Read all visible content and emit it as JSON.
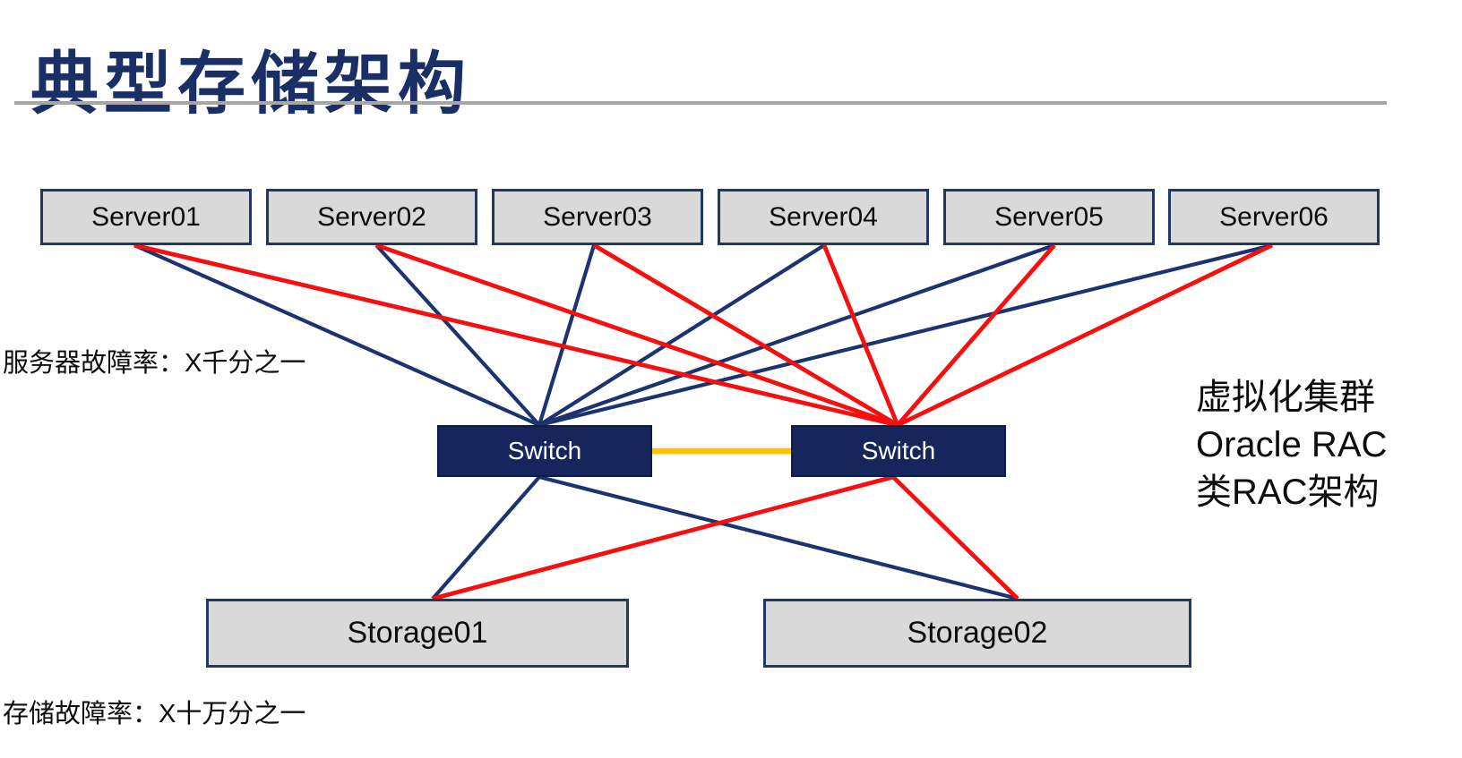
{
  "page": {
    "title": "典型存储架构"
  },
  "notes": {
    "server_failure": "服务器故障率：X千分之一",
    "storage_failure": "存储故障率：X十万分之一",
    "cluster_lines": [
      "虚拟化集群",
      "Oracle RAC",
      "类RAC架构"
    ]
  },
  "diagram": {
    "servers": [
      {
        "id": "server1",
        "label": "Server01"
      },
      {
        "id": "server2",
        "label": "Server02"
      },
      {
        "id": "server3",
        "label": "Server03"
      },
      {
        "id": "server4",
        "label": "Server04"
      },
      {
        "id": "server5",
        "label": "Server05"
      },
      {
        "id": "server6",
        "label": "Server06"
      }
    ],
    "switches": [
      {
        "id": "switch1",
        "label": "Switch"
      },
      {
        "id": "switch2",
        "label": "Switch"
      }
    ],
    "storages": [
      {
        "id": "storage1",
        "label": "Storage01"
      },
      {
        "id": "storage2",
        "label": "Storage02"
      }
    ],
    "colors": {
      "navy": "#1b3470",
      "red": "#f80e0e",
      "yellow": "#ffc000",
      "box_fill": "#d9d9d9",
      "box_border": "#1f3864",
      "switch_fill": "#16265c",
      "title": "#1b2f67"
    },
    "edges": [
      {
        "from": "server1",
        "to": "switch1",
        "color": "navy"
      },
      {
        "from": "server2",
        "to": "switch1",
        "color": "navy"
      },
      {
        "from": "server3",
        "to": "switch1",
        "color": "navy"
      },
      {
        "from": "server4",
        "to": "switch1",
        "color": "navy"
      },
      {
        "from": "server5",
        "to": "switch1",
        "color": "navy"
      },
      {
        "from": "server6",
        "to": "switch1",
        "color": "navy"
      },
      {
        "from": "server1",
        "to": "switch2",
        "color": "red"
      },
      {
        "from": "server2",
        "to": "switch2",
        "color": "red"
      },
      {
        "from": "server3",
        "to": "switch2",
        "color": "red"
      },
      {
        "from": "server4",
        "to": "switch2",
        "color": "red"
      },
      {
        "from": "server5",
        "to": "switch2",
        "color": "red"
      },
      {
        "from": "server6",
        "to": "switch2",
        "color": "red"
      },
      {
        "from": "switch1",
        "to": "storage1",
        "color": "navy"
      },
      {
        "from": "switch1",
        "to": "storage2",
        "color": "navy"
      },
      {
        "from": "switch2",
        "to": "storage1",
        "color": "red"
      },
      {
        "from": "switch2",
        "to": "storage2",
        "color": "red"
      },
      {
        "from": "switch1",
        "to": "switch2",
        "color": "yellow"
      }
    ]
  }
}
